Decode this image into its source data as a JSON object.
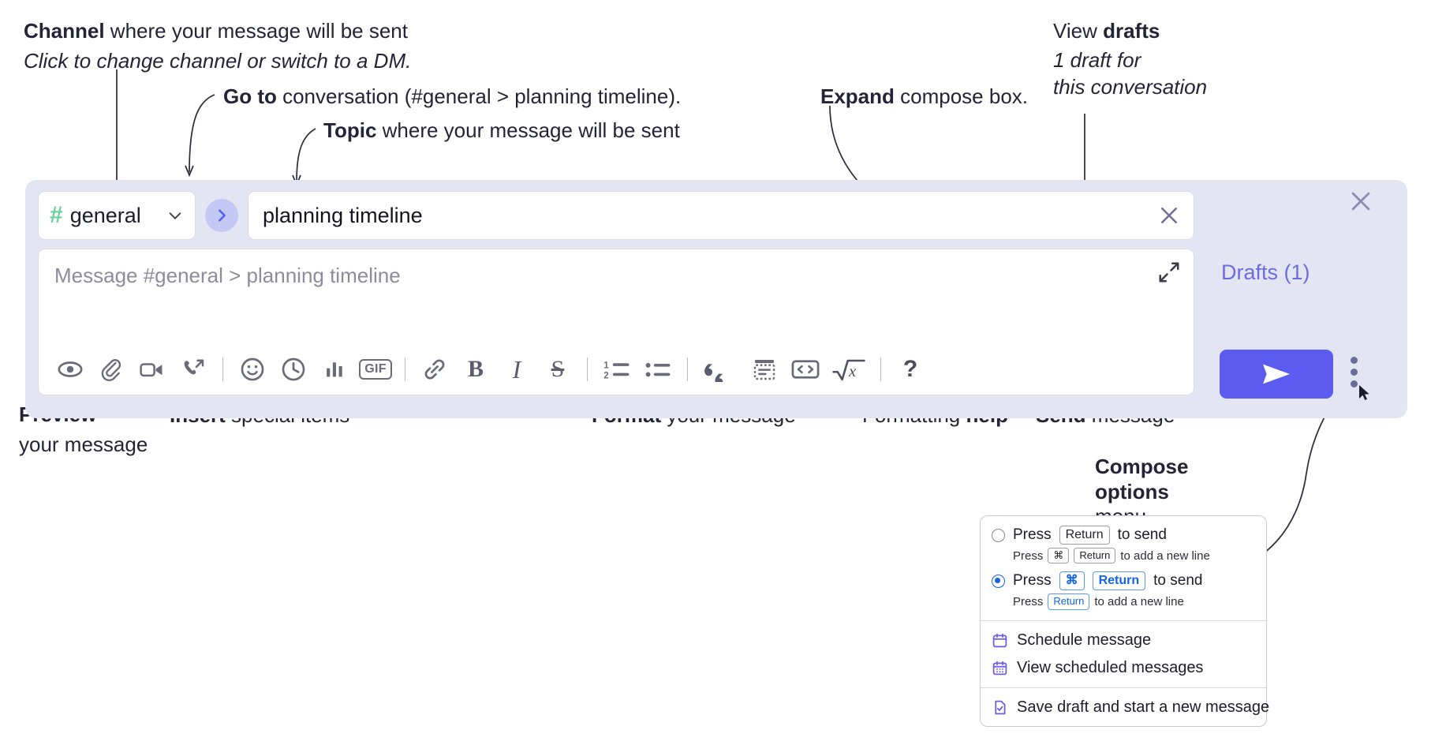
{
  "annotations": {
    "channel": {
      "bold": "Channel",
      "rest": " where your message will be sent",
      "sub": "Click to change channel or switch to a DM."
    },
    "goto": {
      "bold": "Go to",
      "rest": " conversation (#general > planning timeline)."
    },
    "topic": {
      "bold": "Topic",
      "rest": " where your message will be sent"
    },
    "expand": {
      "bold": "Expand",
      "rest": " compose box."
    },
    "drafts": {
      "pre": "View ",
      "bold": "drafts",
      "sub1": "1 draft for",
      "sub2": "this conversation"
    },
    "preview": {
      "bold": "Preview",
      "line2": "your message"
    },
    "insert": {
      "bold": "Insert",
      "rest": " special items"
    },
    "format": {
      "bold": "Format",
      "rest": " your message"
    },
    "formatting_help": {
      "pre": "Formatting ",
      "bold": "help"
    },
    "send": {
      "bold": "Send",
      "rest": " message"
    },
    "compose_options": {
      "bold1": "Compose",
      "bold2": "options",
      "rest": "menu"
    }
  },
  "compose": {
    "channel": {
      "hash": "#",
      "name": "general",
      "caret_icon": "chevron-down-icon"
    },
    "goto_icon": "chevron-right-icon",
    "topic": {
      "value": "planning timeline",
      "clear_icon": "close-icon"
    },
    "message": {
      "placeholder": "Message #general > planning timeline",
      "value": ""
    },
    "expand_icon": "expand-icon",
    "close_icon": "close-icon",
    "drafts_label": "Drafts (1)",
    "send_icon": "send-paper-plane-icon",
    "more_icon": "kebab-menu-icon",
    "colors": {
      "panel_bg": "#e4e5f3",
      "send_button": "#5b5bf0",
      "drafts_text": "#6c6ce0",
      "hash_green": "#6ed09a",
      "goto_circle": "#c3c8f5"
    },
    "toolbar": [
      {
        "name": "preview-icon",
        "label": "Preview"
      },
      {
        "name": "attachment-icon",
        "label": "Attach file"
      },
      {
        "name": "video-clip-icon",
        "label": "Record video clip"
      },
      {
        "name": "audio-clip-icon",
        "label": "Record audio clip"
      },
      {
        "sep": true
      },
      {
        "name": "emoji-icon",
        "label": "Emoji"
      },
      {
        "name": "clock-icon",
        "label": "Reminder"
      },
      {
        "name": "poll-icon",
        "label": "Poll"
      },
      {
        "name": "gif-icon",
        "label": "GIF"
      },
      {
        "sep": true
      },
      {
        "name": "link-icon",
        "label": "Link"
      },
      {
        "name": "bold-icon",
        "label": "B"
      },
      {
        "name": "italic-icon",
        "label": "I"
      },
      {
        "name": "strikethrough-icon",
        "label": "S"
      },
      {
        "sep": true
      },
      {
        "name": "ordered-list-icon",
        "label": "Ordered list"
      },
      {
        "name": "bulleted-list-icon",
        "label": "Bulleted list"
      },
      {
        "sep": true
      },
      {
        "name": "blockquote-icon",
        "label": "Blockquote"
      },
      {
        "name": "code-block-icon",
        "label": "Code block"
      },
      {
        "name": "code-icon",
        "label": "Code"
      },
      {
        "name": "math-icon",
        "label": "Math"
      },
      {
        "sep": true
      },
      {
        "name": "help-icon",
        "label": "?"
      }
    ]
  },
  "options_menu": {
    "radios": [
      {
        "selected": false,
        "pre": "Press",
        "key": "Return",
        "post": "to send",
        "sub_pre": "Press",
        "sub_key1": "⌘",
        "sub_key2": "Return",
        "sub_post": "to add a new line"
      },
      {
        "selected": true,
        "pre": "Press",
        "key1": "⌘",
        "key2": "Return",
        "post": "to send",
        "sub_pre": "Press",
        "sub_key": "Return",
        "sub_post": "to add a new line"
      }
    ],
    "items": [
      {
        "icon": "calendar-schedule-icon",
        "label": "Schedule message"
      },
      {
        "icon": "calendar-list-icon",
        "label": "View scheduled messages"
      },
      {
        "divider_before": true,
        "icon": "save-draft-icon",
        "label": "Save draft and start a new message"
      }
    ]
  }
}
